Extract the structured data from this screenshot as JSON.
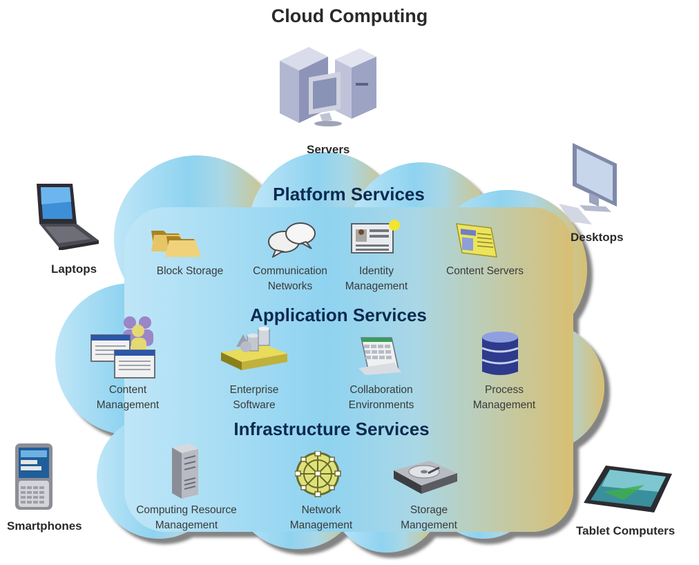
{
  "title": "Cloud Computing",
  "devices": {
    "servers": "Servers",
    "laptops": "Laptops",
    "desktops": "Desktops",
    "smartphones": "Smartphones",
    "tablets": "Tablet Computers"
  },
  "sections": {
    "platform": {
      "title": "Platform Services",
      "items": [
        {
          "lines": [
            "Block Storage"
          ],
          "icon": "folders-icon"
        },
        {
          "lines": [
            "Communication",
            "Networks"
          ],
          "icon": "speech-bubbles-icon"
        },
        {
          "lines": [
            "Identity",
            "Management"
          ],
          "icon": "id-card-icon"
        },
        {
          "lines": [
            "Content Servers"
          ],
          "icon": "newspaper-icon"
        }
      ]
    },
    "application": {
      "title": "Application Services",
      "items": [
        {
          "lines": [
            "Content",
            "Management"
          ],
          "icon": "windows-people-icon"
        },
        {
          "lines": [
            "Enterprise",
            "Software"
          ],
          "icon": "toolbox-shapes-icon"
        },
        {
          "lines": [
            "Collaboration",
            "Environments"
          ],
          "icon": "spreadsheet-icon"
        },
        {
          "lines": [
            "Process",
            "Management"
          ],
          "icon": "database-icon"
        }
      ]
    },
    "infrastructure": {
      "title": "Infrastructure Services",
      "items": [
        {
          "lines": [
            "Computing Resource",
            "Management"
          ],
          "icon": "server-tower-icon"
        },
        {
          "lines": [
            "Network",
            "Management"
          ],
          "icon": "network-globe-icon"
        },
        {
          "lines": [
            "Storage",
            "Mangement"
          ],
          "icon": "hard-drive-icon"
        }
      ]
    }
  },
  "colors": {
    "cloud_blue": "#a9dcf3",
    "cloud_gold": "#d9c27e",
    "section_title": "#0d2a4f"
  }
}
